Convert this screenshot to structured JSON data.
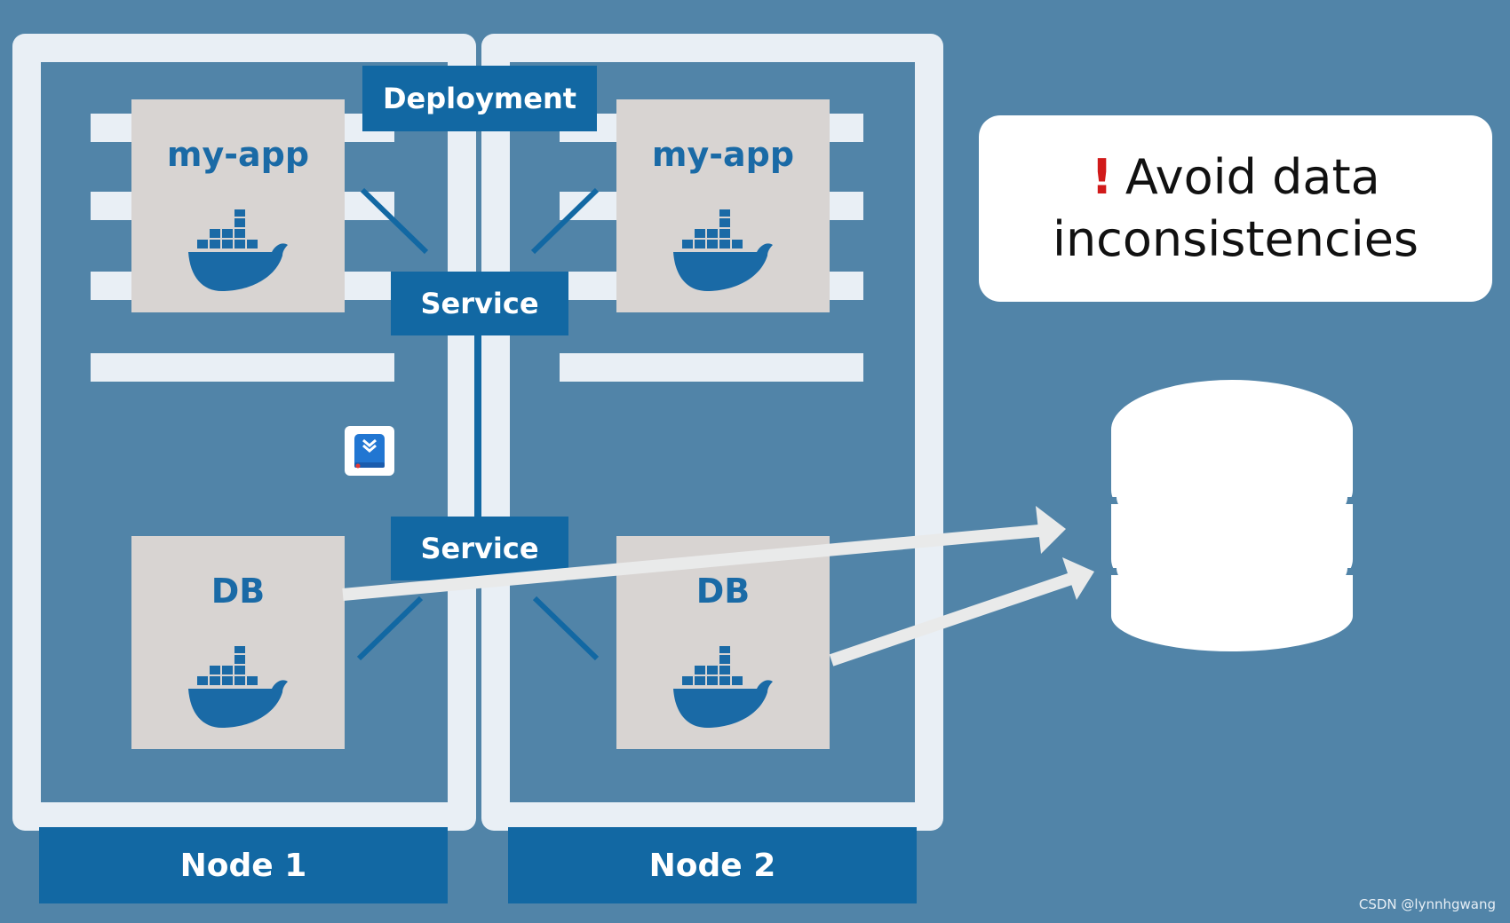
{
  "nodes": [
    {
      "label": "Node 1"
    },
    {
      "label": "Node 2"
    }
  ],
  "deployment_label": "Deployment",
  "services": [
    {
      "label": "Service"
    },
    {
      "label": "Service"
    }
  ],
  "cards": {
    "app_left": {
      "title": "my-app",
      "icon": "docker-whale-icon"
    },
    "app_right": {
      "title": "my-app",
      "icon": "docker-whale-icon"
    },
    "db_left": {
      "title": "DB",
      "icon": "docker-whale-icon"
    },
    "db_right": {
      "title": "DB",
      "icon": "docker-whale-icon"
    }
  },
  "callout": {
    "icon": "exclamation-icon",
    "mark": "!",
    "line1": "Avoid data",
    "line2": "inconsistencies"
  },
  "storage_icon": "database-icon",
  "watermark": "CSDN @lynnhgwang",
  "colors": {
    "background": "#5184a8",
    "frame": "#e9eff5",
    "label_blue": "#1268a3",
    "card_gray": "#d8d4d2",
    "docker_blue": "#1a6aa6",
    "alert_red": "#d11a1a"
  }
}
